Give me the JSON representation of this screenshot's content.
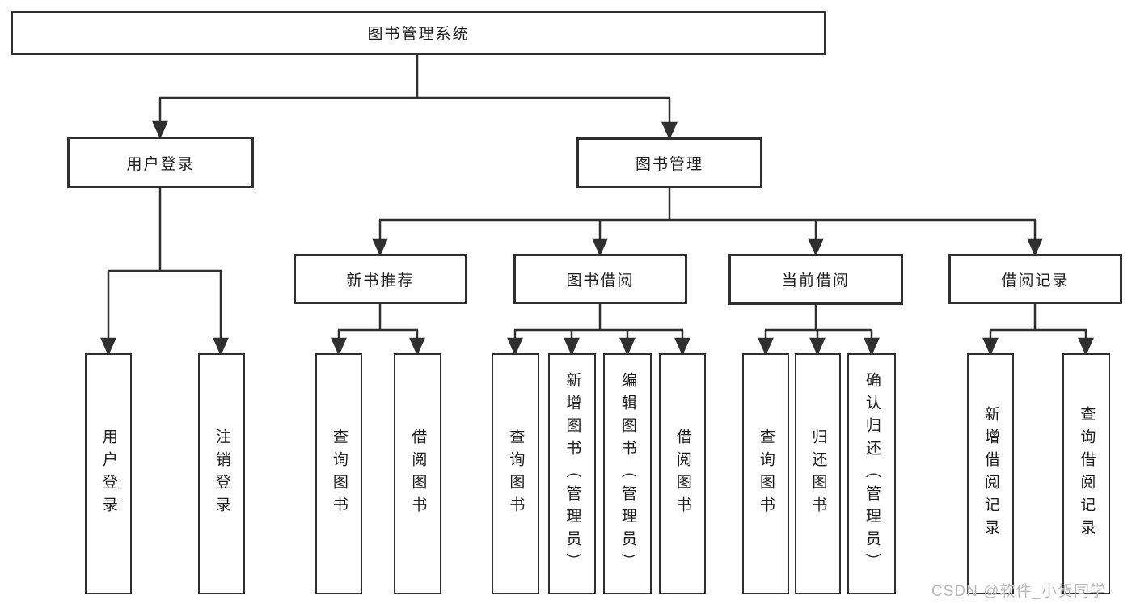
{
  "nodes": {
    "root": "图书管理系统",
    "user_login": "用户登录",
    "book_management": "图书管理",
    "new_book_recommend": "新书推荐",
    "book_borrowing": "图书借阅",
    "current_borrowing": "当前借阅",
    "borrowing_records": "借阅记录",
    "leaves_login": [
      "用户登录",
      "注销登录"
    ],
    "leaves_recommend": [
      "查询图书",
      "借阅图书"
    ],
    "leaves_borrow": [
      "查询图书",
      "新增图书（管理员）",
      "编辑图书（管理员）",
      "借阅图书"
    ],
    "leaves_current": [
      "查询图书",
      "归还图书",
      "确认归还（管理员）"
    ],
    "leaves_records": [
      "新增借阅记录",
      "查询借阅记录"
    ]
  },
  "watermark": "CSDN @软件_小贺同学",
  "colors": {
    "line": "#2f2f2f",
    "text": "#1c1c1c",
    "watermark": "#b9b9b9",
    "background": "#ffffff"
  }
}
